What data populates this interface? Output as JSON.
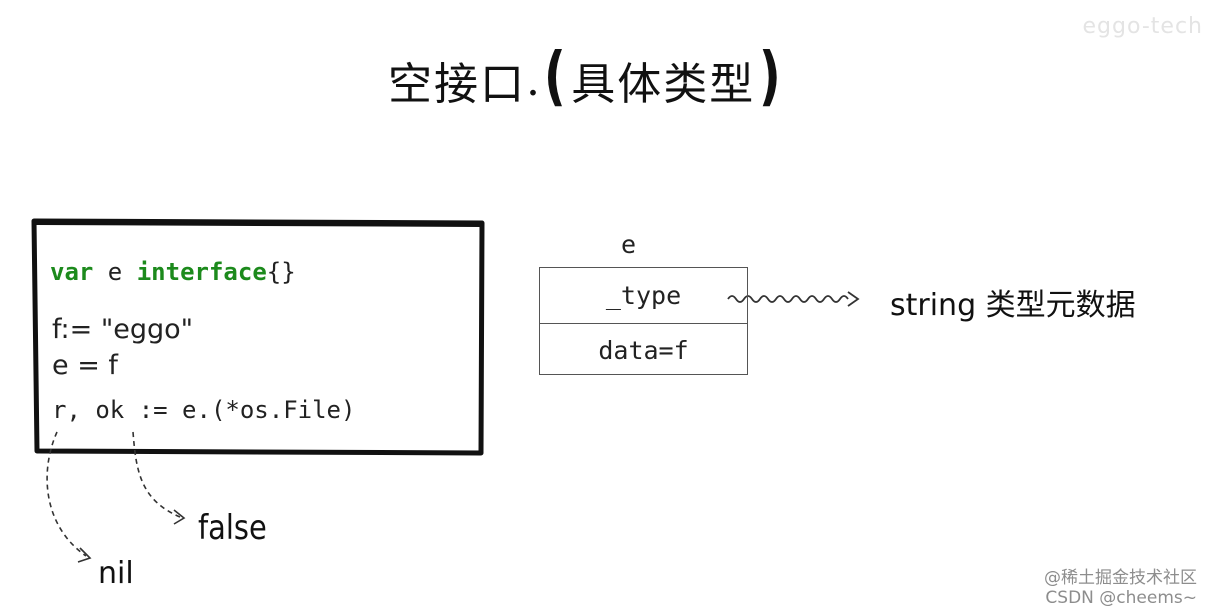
{
  "title": {
    "main": "空接口",
    "dot": ".",
    "open_paren": "(",
    "sub": "具体类型",
    "close_paren": ")"
  },
  "watermark_top": "eggo-tech",
  "code_box": {
    "line1": {
      "kw1": "var",
      "ident": " e ",
      "kw2": "interface",
      "braces": "{}"
    },
    "line2": "f:= \"eggo\"",
    "line3": "e = f",
    "line4": "r, ok := e.(*os.File)"
  },
  "struct_diagram": {
    "var_label": "e",
    "row1": "_type",
    "row2": "data=f",
    "meta_label": "string 类型元数据"
  },
  "annotations": {
    "ok_value": "false",
    "r_value": "nil"
  },
  "watermark_bottom": {
    "line1": "@稀土掘金技术社区",
    "line2": "CSDN @cheems~"
  }
}
